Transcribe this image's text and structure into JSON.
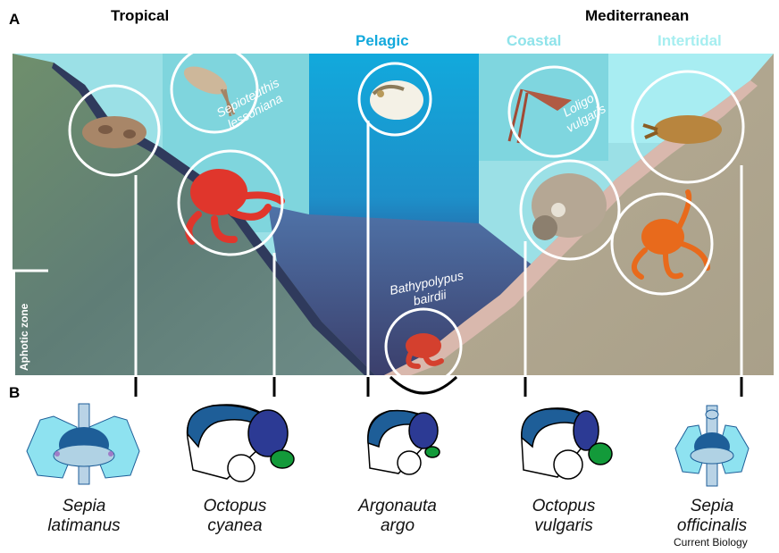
{
  "panels": {
    "a": "A",
    "b": "B"
  },
  "regions": {
    "tropical": "Tropical",
    "mediterranean": "Mediterranean"
  },
  "habitats": {
    "pelagic": "Pelagic",
    "coastal": "Coastal",
    "intertidal": "Intertidal"
  },
  "depth_label": "Aphotic zone",
  "scene_labels": {
    "sepioteuthis": [
      "Sepioteuthis",
      "lessoniana"
    ],
    "loligo": [
      "Loligo",
      "vulgaris"
    ],
    "bathypolypus": [
      "Bathypolypus",
      "bairdii"
    ]
  },
  "species": [
    {
      "genus": "Sepia",
      "epithet": "latimanus"
    },
    {
      "genus": "Octopus",
      "epithet": "cyanea"
    },
    {
      "genus": "Argonauta",
      "epithet": "argo"
    },
    {
      "genus": "Octopus",
      "epithet": "vulgaris"
    },
    {
      "genus": "Sepia",
      "epithet": "officinalis"
    }
  ],
  "credit": "Current Biology",
  "colors": {
    "pelagic": "#12a9dc",
    "coastal": "#8fe3ea",
    "intertidal": "#a6eef0",
    "brain_dark": "#1e5e98",
    "brain_navy": "#2c3a94",
    "brain_green": "#139a3a",
    "cuttlefish_lobe": "#8ee2f0"
  }
}
